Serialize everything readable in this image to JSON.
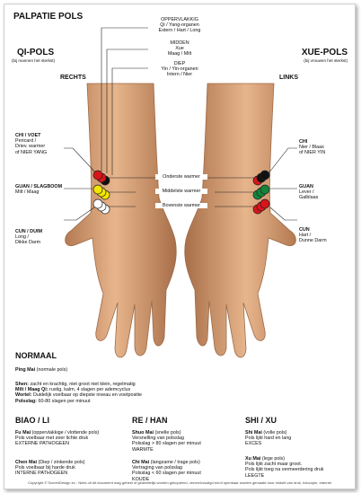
{
  "title": "PALPATIE POLS",
  "qi_pols": {
    "title": "QI-POLS",
    "sub": "(bij mannen het sterkst)"
  },
  "xue_pols": {
    "title": "XUE-POLS",
    "sub": "(bij vrouwen het sterkst)"
  },
  "rechts": "RECHTS",
  "links": "LINKS",
  "depth": {
    "oppervlakkig": [
      "OPPERVLAKKIG",
      "Qi / Yang-organen",
      "Extern / Hart / Long"
    ],
    "midden": [
      "MIDDEN",
      "Xue",
      "Maag / Milt"
    ],
    "diep": [
      "DIEP",
      "Yin / Yin-organen",
      "Intern / Nier"
    ]
  },
  "warmers": {
    "onderste": "Onderste warmer",
    "middelste": "Middelste warmer",
    "bovenste": "Bovenste warmer"
  },
  "left_labels": {
    "chi": [
      "CHI / VOET",
      "Pericard /",
      "Driev. warmer",
      "of NIER YANG"
    ],
    "guan": [
      "GUAN / SLAGBOOM",
      "Milt / Maag"
    ],
    "cun": [
      "CUN / DUIM",
      "Long /",
      "Dikke Darm"
    ]
  },
  "right_labels": {
    "chi": [
      "CHI",
      "Nier / Blaas",
      "of NIER YIN"
    ],
    "guan": [
      "GUAN",
      "Lever /",
      "Galblaas"
    ],
    "cun": [
      "CUN",
      "Hart /",
      "Dunne Darm"
    ]
  },
  "colors": {
    "red": "#d9151b",
    "yellow": "#f2e600",
    "white": "#ffffff",
    "black": "#111111",
    "green": "#12853a",
    "skin": "#e0aa7e",
    "skin_shadow": "#b9825c"
  },
  "normaal": {
    "title": "NORMAAL",
    "ping_mai": {
      "name": "Ping Mai",
      "note": " (normale pols)"
    },
    "rows": [
      {
        "label": "Shen:",
        "text": " zacht en krachtig, niet groot niet klein, regelmatig"
      },
      {
        "label": "Milt / Maag Qi:",
        "text": " rustig, kalm, 4 slagen per ademcyclus"
      },
      {
        "label": "Wortel:",
        "text": " Duidelijk voelbaar op diepste niveau en voetpositie"
      },
      {
        "label": "Polsslag:",
        "text": " 60-80 slagen per minuut"
      }
    ]
  },
  "columns": [
    {
      "title": "BIAO / LI",
      "entries": [
        {
          "name": "Fu Mai",
          "note": " (oppervlakkige / vlottende pols)",
          "lines": [
            "Pols voelbaar met zeer lichte druk",
            "EXTERNE PATHOGEEN"
          ]
        },
        {
          "name": "Chen Mai",
          "note": " (Diep / zinkende pols)",
          "lines": [
            "Pols voelbaar bij harde druk",
            "INTERNE PATHOGEEN"
          ]
        }
      ]
    },
    {
      "title": "RE / HAN",
      "entries": [
        {
          "name": "Shuo Mai",
          "note": " (snelle pols)",
          "lines": [
            "Versnelling van polsslag",
            "Polsslag > 80 slagen per minuut",
            "WARMTE"
          ]
        },
        {
          "name": "Chi Mai",
          "note": " (langzame / trage pols)",
          "lines": [
            "Vertraging van polsslag",
            "Polsslag < 60 slagen per minuut",
            "KOUDE"
          ]
        }
      ]
    },
    {
      "title": "SHI / XU",
      "entries": [
        {
          "name": "Shi Mai",
          "note": " (volle pols)",
          "lines": [
            "Pols lijkt hard en lang",
            "EXCES"
          ]
        },
        {
          "name": "Xu Mai",
          "note": " (lege pols)",
          "lines": [
            "Pols lijkt zacht maar groot.",
            "Pols lijkt toeg na vermeerdering druk",
            "LEEGTE"
          ]
        }
      ]
    }
  ],
  "footer": "Copyright © ScreenDesign bv - Niets uit dit document mag geheel of gedeeltelijk worden gekopieerd, verveelvoudigd en/of openbaar worden gemaakt door middel van druk, fotocopie, internet"
}
